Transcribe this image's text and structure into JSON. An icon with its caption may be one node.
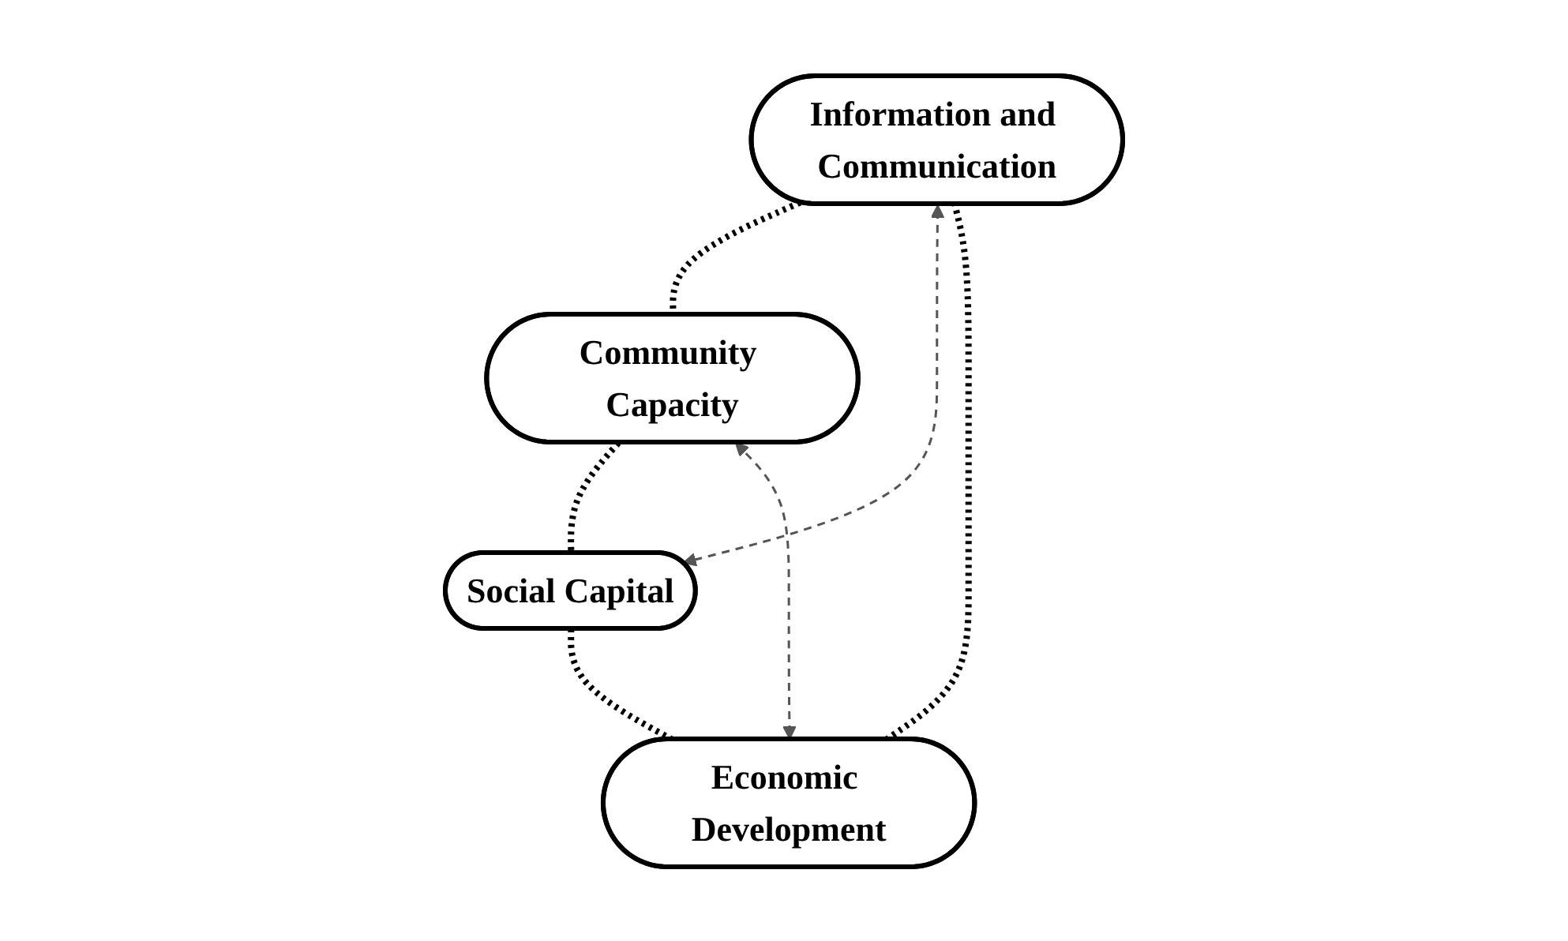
{
  "diagram": {
    "nodes": [
      {
        "text": [
          "Information and Communication"
        ]
      },
      {
        "text": [
          "Economic Development"
        ]
      },
      {
        "text": [
          "Community Capacity"
        ]
      },
      {
        "text": [
          "Social Capital"
        ]
      }
    ],
    "edges": [
      {
        "from": 0,
        "to": 2,
        "arrow": "none",
        "style": "dashed"
      },
      {
        "from": 2,
        "to": 3,
        "arrow": "none",
        "style": "dashed"
      },
      {
        "from": 3,
        "to": 1,
        "arrow": "none",
        "style": "dashed"
      },
      {
        "from": 1,
        "to": 0,
        "arrow": "none",
        "style": "dashed"
      },
      {
        "from": 0,
        "to": 3,
        "arrow": "both",
        "style": "dashed",
        "color": "#555555"
      },
      {
        "from": 1,
        "to": 2,
        "arrow": "both",
        "style": "dashed",
        "color": "#555555"
      }
    ]
  }
}
